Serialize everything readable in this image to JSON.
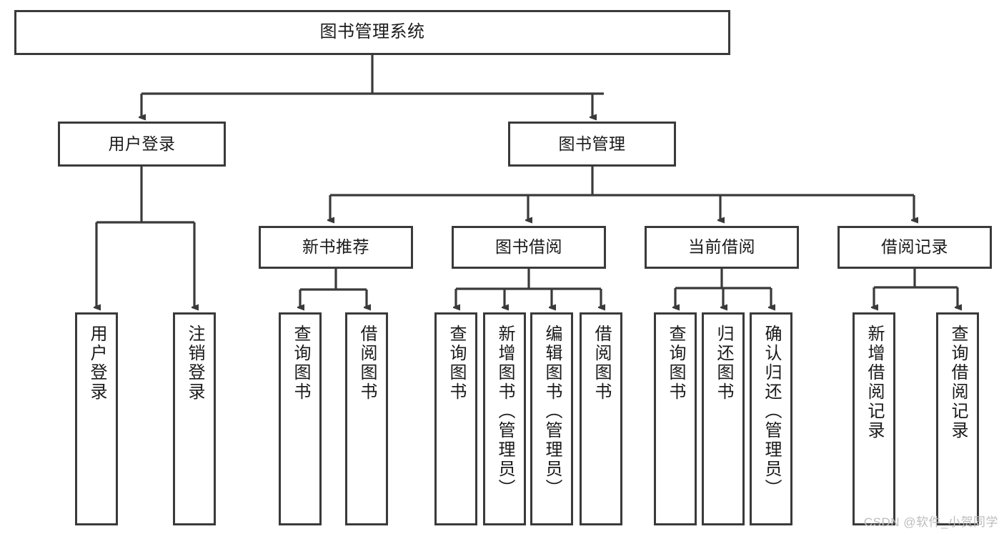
{
  "diagram": {
    "title": "图书管理系统",
    "type": "tree",
    "watermark": "CSDN @软件_小贺同学",
    "colors": {
      "box_border": "#3a3a3a",
      "box_fill": "#ffffff",
      "connector": "#3a3a3a",
      "text": "#1a1a1a",
      "watermark": "#bdbdbd"
    },
    "nodes": {
      "root": {
        "label": "图书管理系统"
      },
      "level1": [
        {
          "id": "user-login",
          "label": "用户登录"
        },
        {
          "id": "book-management",
          "label": "图书管理"
        }
      ],
      "level2": [
        {
          "id": "new-book-recommend",
          "label": "新书推荐"
        },
        {
          "id": "book-borrow",
          "label": "图书借阅"
        },
        {
          "id": "current-borrow",
          "label": "当前借阅"
        },
        {
          "id": "borrow-record",
          "label": "借阅记录"
        }
      ],
      "leaves": {
        "user-login": [
          {
            "id": "leaf-user-login",
            "label": "用户登录"
          },
          {
            "id": "leaf-logout",
            "label": "注销登录"
          }
        ],
        "new-book-recommend": [
          {
            "id": "leaf-query-book-1",
            "label": "查询图书"
          },
          {
            "id": "leaf-borrow-book-1",
            "label": "借阅图书"
          }
        ],
        "book-borrow": [
          {
            "id": "leaf-query-book-2",
            "label": "查询图书"
          },
          {
            "id": "leaf-add-book",
            "label": "新增图书（管理员）"
          },
          {
            "id": "leaf-edit-book",
            "label": "编辑图书（管理员）"
          },
          {
            "id": "leaf-borrow-book-2",
            "label": "借阅图书"
          }
        ],
        "current-borrow": [
          {
            "id": "leaf-query-book-3",
            "label": "查询图书"
          },
          {
            "id": "leaf-return-book",
            "label": "归还图书"
          },
          {
            "id": "leaf-confirm-return",
            "label": "确认归还（管理员）"
          }
        ],
        "borrow-record": [
          {
            "id": "leaf-add-record",
            "label": "新增借阅记录"
          },
          {
            "id": "leaf-query-record",
            "label": "查询借阅记录"
          }
        ]
      }
    }
  }
}
